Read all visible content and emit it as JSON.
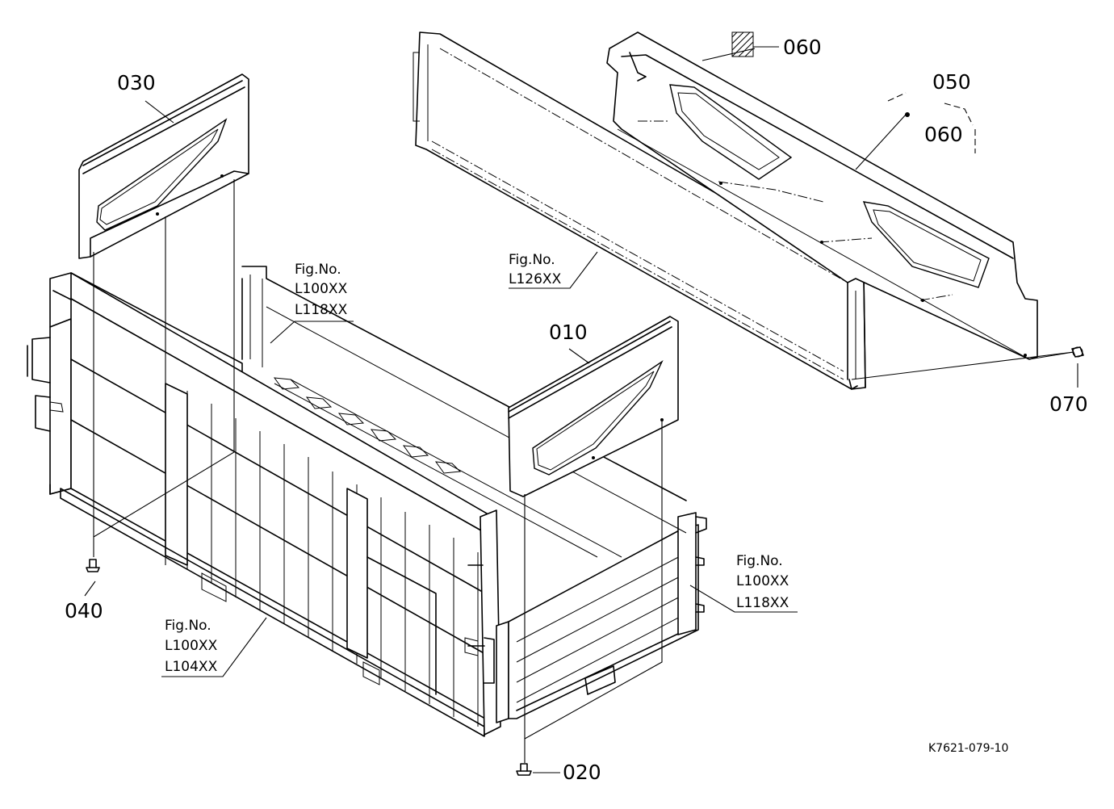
{
  "parts": {
    "p010": "010",
    "p020": "020",
    "p030": "030",
    "p040": "040",
    "p050": "050",
    "p060a": "060",
    "p060b": "060",
    "p070": "070"
  },
  "fig_refs": {
    "top_center": {
      "title": "Fig.No.",
      "line1": "L100XX",
      "line2": "L118XX"
    },
    "right_side": {
      "title": "Fig.No.",
      "line1": "L100XX",
      "line2": "L118XX"
    },
    "bottom_left": {
      "title": "Fig.No.",
      "line1": "L100XX",
      "line2": "L104XX"
    },
    "front_gate": {
      "title": "Fig.No.",
      "line1": "L126XX"
    }
  },
  "drawing_code": "K7621-079-10"
}
